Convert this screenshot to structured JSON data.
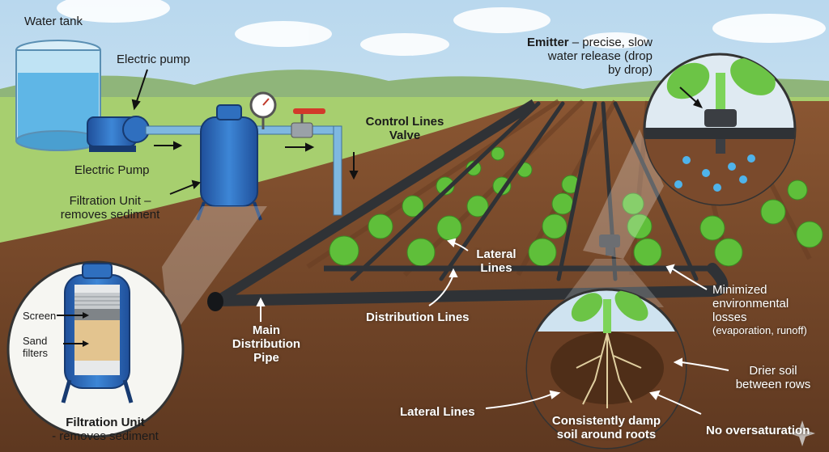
{
  "labels": {
    "water_tank": "Water tank",
    "electric_pump_top": "Electric pump",
    "electric_pump_bottom": "Electric Pump",
    "filtration_unit_line1": "Filtration Unit –",
    "filtration_unit_line2": "removes sediment",
    "control_lines_valve_line1": "Control Lines",
    "control_lines_valve_line2": "Valve",
    "emitter_bold": "Emitter",
    "emitter_rest": " – precise, slow",
    "emitter_line2": "water release (drop",
    "emitter_line3": "by drop)",
    "lateral_lines_mid_line1": "Lateral",
    "lateral_lines_mid_line2": "Lines",
    "distribution_lines": "Distribution Lines",
    "main_pipe_line1": "Main",
    "main_pipe_line2": "Distribution",
    "main_pipe_line3": "Pipe",
    "minimized_line1": "Minimized",
    "minimized_line2": "environmental",
    "minimized_line3": "losses",
    "minimized_line4": "(evaporation, runoff)",
    "drier_line1": "Drier soil",
    "drier_line2": "between rows",
    "lateral_lines_bottom": "Lateral Lines",
    "damp_line1": "Consistently damp",
    "damp_line2": "soil around roots",
    "no_oversaturation": "No oversaturation",
    "screen": "Screen",
    "sand_line1": "Sand",
    "sand_line2": "filters",
    "filtration_inset_line1": "Filtration Unit",
    "filtration_inset_line2": "- removes sediment"
  },
  "icons": [
    "water-tank-icon",
    "electric-pump-icon",
    "filtration-unit-icon",
    "pressure-gauge-icon",
    "control-valve-icon",
    "emitter-icon",
    "plant-icon",
    "water-drop-icon",
    "sparkle-icon"
  ],
  "colors": {
    "sky": "#cfe3f0",
    "soil": "#7a4a2c",
    "pipe": "#2f3236",
    "tank_water": "#5fb6e6",
    "filter_blue": "#2f6fbf",
    "plant": "#5fbf3a",
    "valve_red": "#d23a2a"
  }
}
